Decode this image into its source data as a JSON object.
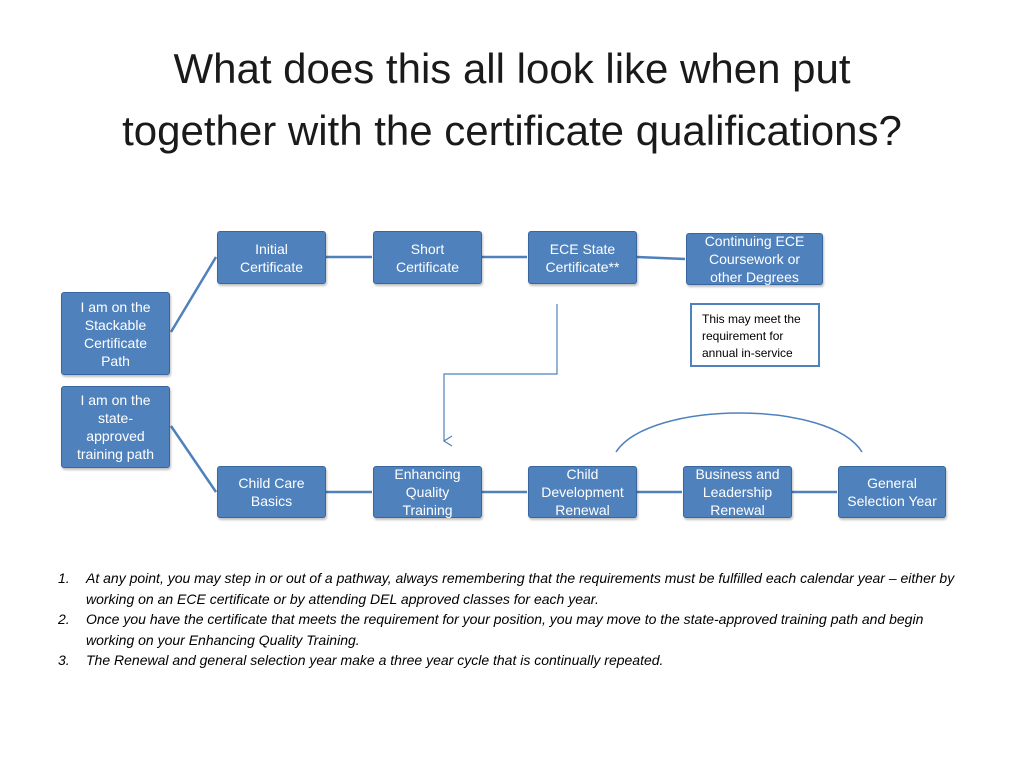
{
  "title": {
    "line1": "What does this all look like when put",
    "line2": "together with the certificate qualifications?"
  },
  "boxes": {
    "stackable": [
      "I am on the",
      "Stackable",
      "Certificate",
      "Path"
    ],
    "state_approved": [
      "I am on the",
      "state-",
      "approved",
      "training path"
    ],
    "initial_certificate": [
      "Initial",
      "Certificate"
    ],
    "short_certificate": [
      "Short",
      "Certificate"
    ],
    "ece_state_certificate": [
      "ECE State",
      "Certificate**"
    ],
    "continuing_ece": [
      "Continuing ECE",
      "Coursework or",
      "other Degrees"
    ],
    "child_care_basics": [
      "Child Care",
      "Basics"
    ],
    "enhancing_quality": [
      "Enhancing",
      "Quality",
      "Training"
    ],
    "child_development_renewal": [
      "Child",
      "Development",
      "Renewal"
    ],
    "business_leadership_renewal": [
      "Business and",
      "Leadership",
      "Renewal"
    ],
    "general_selection_year": [
      "General",
      "Selection Year"
    ]
  },
  "note_box": [
    "This may meet the",
    "requirement for",
    "annual in-service"
  ],
  "notes": [
    {
      "num": "1.",
      "text": "At any point, you may step in or out of a pathway, always remembering that the requirements must be fulfilled each calendar year – either by working on an ECE certificate or by attending DEL approved classes for each year."
    },
    {
      "num": "2.",
      "text": "Once you have the certificate that meets the requirement for your position, you may move to the state-approved training path and begin working on your Enhancing Quality Training."
    },
    {
      "num": "3.",
      "text": "The Renewal and general selection year make a three year cycle that is continually repeated."
    }
  ],
  "colors": {
    "box_fill": "#4f81bd",
    "box_text": "#ffffff",
    "connector": "#4f81bd"
  }
}
